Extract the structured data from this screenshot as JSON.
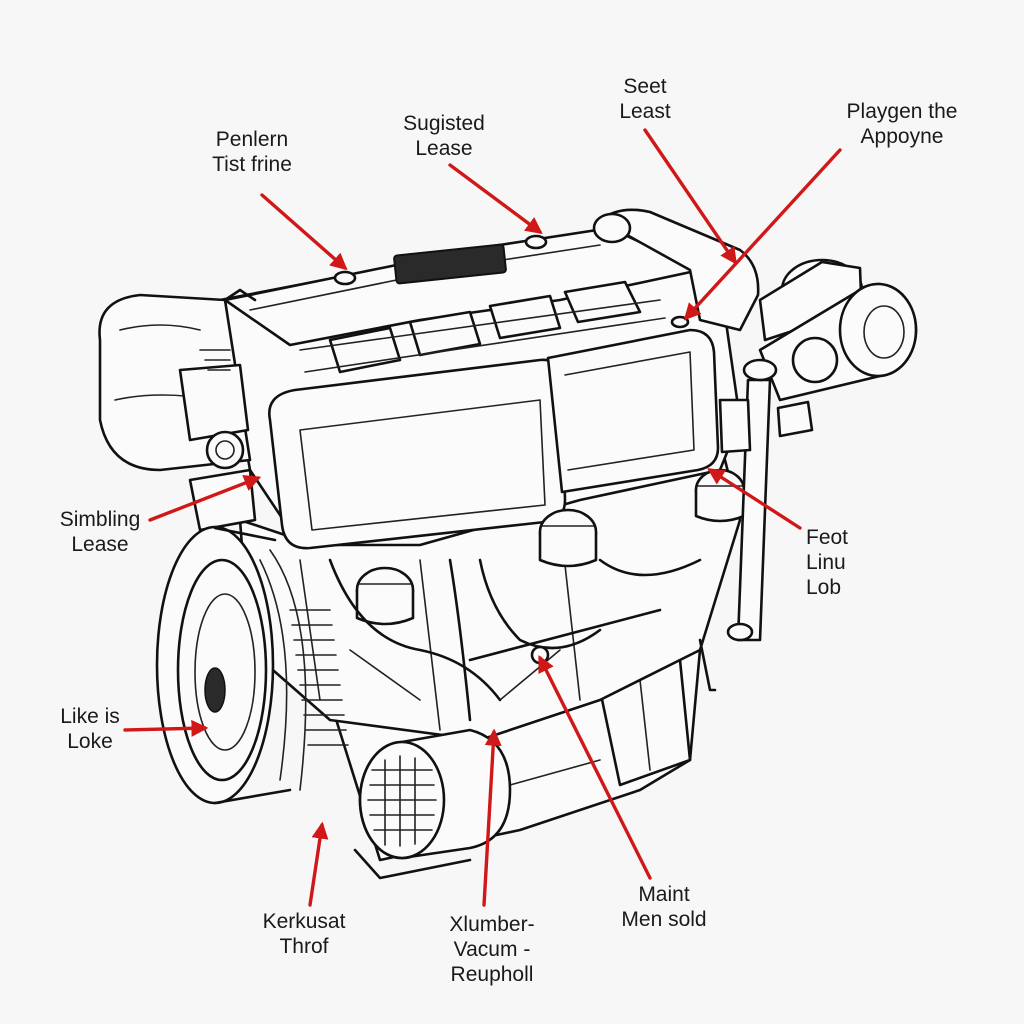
{
  "diagram": {
    "badge_text": "",
    "accent_color": "#d01818",
    "labels": [
      {
        "id": "penlern",
        "lines": [
          "Penlern",
          "Tist frine"
        ]
      },
      {
        "id": "sugisted",
        "lines": [
          "Sugisted",
          "Lease"
        ]
      },
      {
        "id": "seet",
        "lines": [
          "Seet",
          "Least"
        ]
      },
      {
        "id": "playgen",
        "lines": [
          "Playgen the",
          "Appoyne"
        ]
      },
      {
        "id": "simbling",
        "lines": [
          "Simbling",
          "Lease"
        ]
      },
      {
        "id": "feot",
        "lines": [
          "Feot",
          "Linu",
          "Lob"
        ]
      },
      {
        "id": "like",
        "lines": [
          "Like is",
          "Loke"
        ]
      },
      {
        "id": "kerkusat",
        "lines": [
          "Kerkusat",
          "Throf"
        ]
      },
      {
        "id": "xlumber",
        "lines": [
          "Xlumber-",
          "Vacum -",
          "Reupholl"
        ]
      },
      {
        "id": "maint",
        "lines": [
          "Maint",
          "Men sold"
        ]
      }
    ]
  }
}
